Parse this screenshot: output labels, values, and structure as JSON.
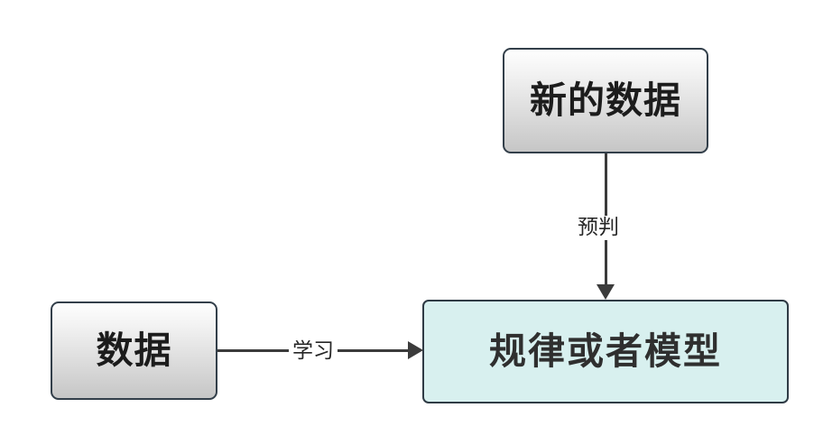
{
  "diagram": {
    "title": "",
    "background": "#ffffff",
    "colors": {
      "node_gray_top": "#fefefe",
      "node_gray_bottom": "#c6c6c6",
      "node_teal_fill": "#d8f0ef",
      "node_border": "#333f4a",
      "edge": "#3b3b3b",
      "text": "#1c1c1c"
    },
    "nodes": [
      {
        "id": "new-data",
        "label": "新的数据",
        "shape": "rounded-rect",
        "style": "gray-gradient"
      },
      {
        "id": "data",
        "label": "数据",
        "shape": "rounded-rect",
        "style": "gray-gradient"
      },
      {
        "id": "model",
        "label": "规律或者模型",
        "shape": "rounded-rect",
        "style": "teal-fill"
      }
    ],
    "edges": [
      {
        "id": "data-to-model",
        "from": "data",
        "to": "model",
        "label": "学习",
        "direction": "right"
      },
      {
        "id": "new-data-to-model",
        "from": "new-data",
        "to": "model",
        "label": "预判",
        "direction": "down"
      }
    ]
  }
}
